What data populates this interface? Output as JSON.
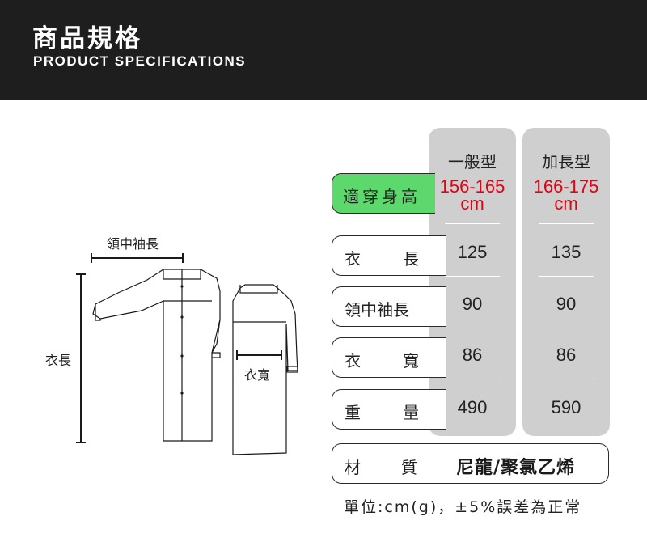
{
  "header": {
    "title_zh": "商品規格",
    "title_en": "PRODUCT SPECIFICATIONS"
  },
  "diagram": {
    "sleeve_label": "領中袖長",
    "length_label": "衣長",
    "width_label": "衣寬"
  },
  "table": {
    "columns": [
      {
        "name": "一般型",
        "height": "156-165",
        "unit": "cm",
        "length": "125",
        "sleeve": "90",
        "width": "86",
        "weight": "490"
      },
      {
        "name": "加長型",
        "height": "166-175",
        "unit": "cm",
        "length": "135",
        "sleeve": "90",
        "width": "86",
        "weight": "590"
      }
    ],
    "rows": {
      "height": "適穿身高",
      "length_a": "衣",
      "length_b": "長",
      "sleeve": "領中袖長",
      "width_a": "衣",
      "width_b": "寬",
      "weight_a": "重",
      "weight_b": "量"
    },
    "material": {
      "label_a": "材",
      "label_b": "質",
      "value": "尼龍/聚氯乙烯"
    }
  },
  "note": "單位:cm(g)，±5%誤差為正常",
  "colors": {
    "header_bg": "#1e1e1e",
    "highlight_green": "#5cd86c",
    "value_red": "#e60012",
    "column_gray": "#cfcfcf"
  }
}
